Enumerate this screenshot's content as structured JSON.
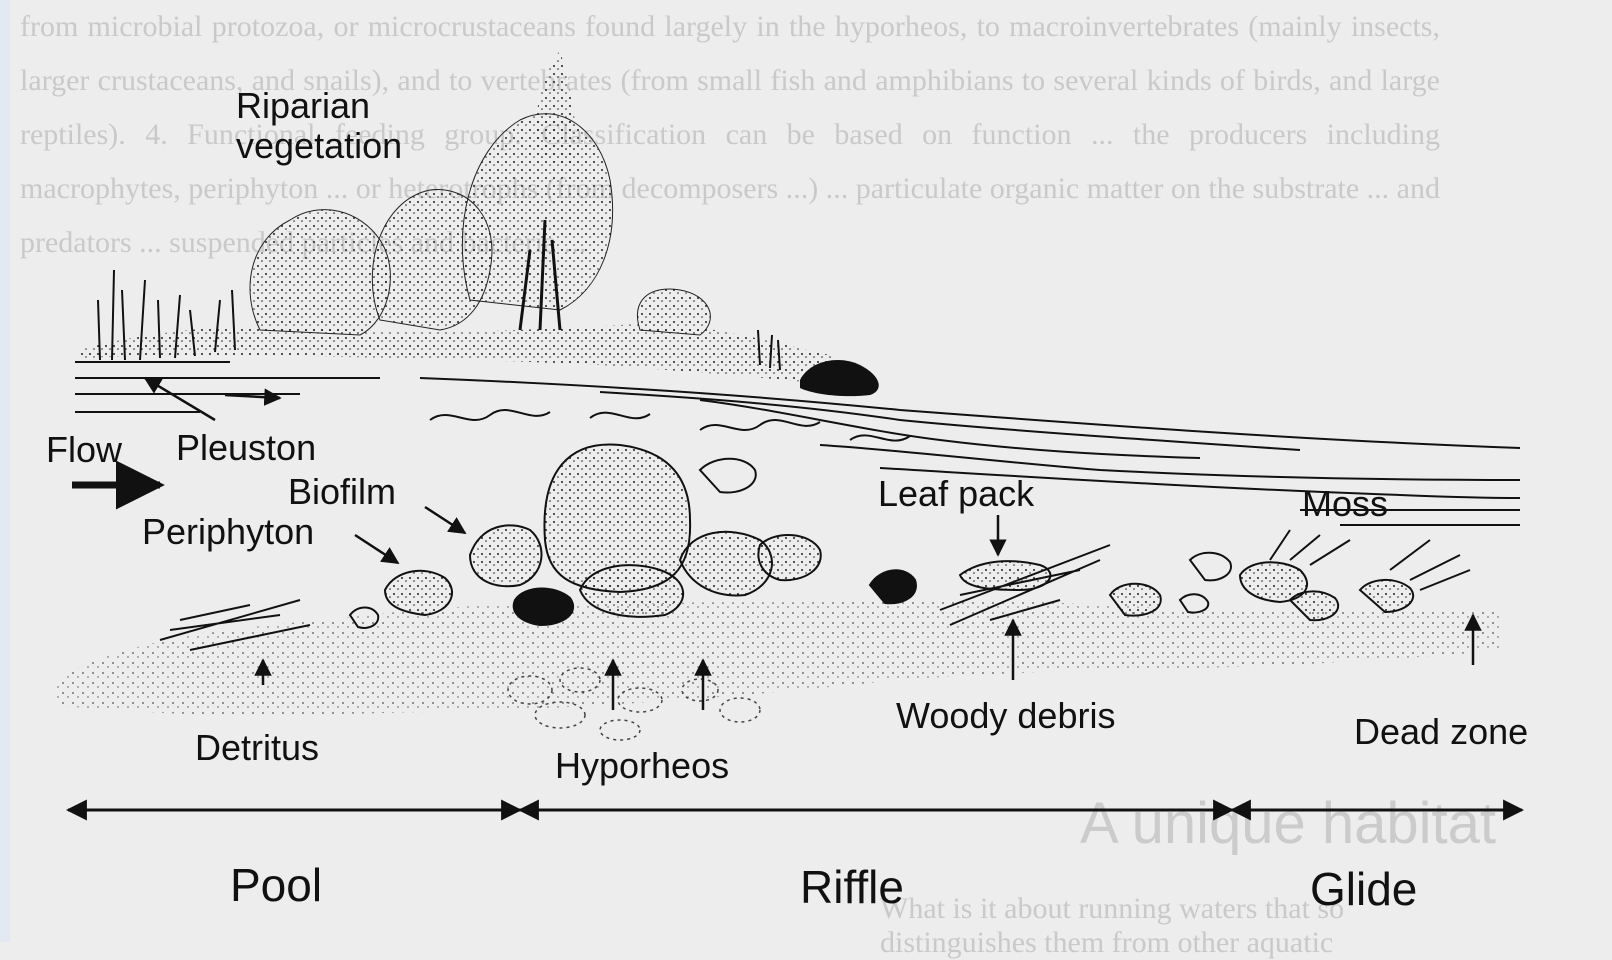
{
  "background_text": {
    "paragraph": "from microbial protozoa, or microcrustaceans found largely in the hyporheos, to macroinvertebrates (mainly insects, larger crustaceans, and snails), and to vertebrates (from small fish and amphibians to several kinds of birds, and large reptiles). 4. Functional feeding group. Classification can be based on function ... the producers including macrophytes, periphyton ... or heterotrophs (from decomposers ...) ... particulate organic matter on the substrate ... and predators ... suspended particles and bacteria ...",
    "heading": "A unique habitat",
    "footer": "What is it about running waters that so distinguishes them from other aquatic"
  },
  "labels": {
    "riparian": "Riparian\nvegetation",
    "flow": "Flow",
    "pleuston": "Pleuston",
    "biofilm": "Biofilm",
    "periphyton": "Periphyton",
    "leaf_pack": "Leaf pack",
    "moss": "Moss",
    "detritus": "Detritus",
    "hyporheos": "Hyporheos",
    "woody_debris": "Woody debris",
    "dead_zone": "Dead zone"
  },
  "zones": {
    "pool": "Pool",
    "riffle": "Riffle",
    "glide": "Glide"
  },
  "colors": {
    "ink": "#111111",
    "paper": "#ededed",
    "bleed": "#c9c9c9"
  }
}
